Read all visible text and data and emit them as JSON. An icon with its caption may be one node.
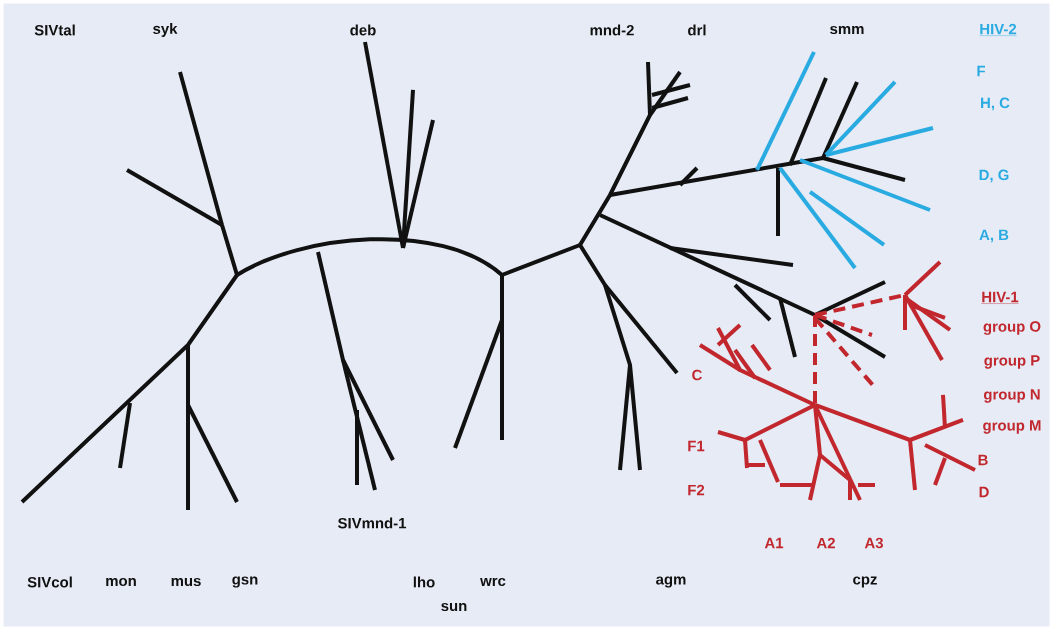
{
  "diagram": {
    "labels": [
      "SIVtal",
      "syk",
      "deb",
      "mnd-2",
      "drl",
      "smm",
      "HIV-2",
      "F",
      "H, C",
      "D, G",
      "A, B",
      "HIV-1",
      "group O",
      "group P",
      "C",
      "group N",
      "group M",
      "F1",
      "B",
      "F2",
      "D",
      "SIVmnd-1",
      "A1",
      "A2",
      "A3",
      "SIVcol",
      "mon",
      "mus",
      "gsn",
      "lho",
      "wrc",
      "agm",
      "cpz",
      "sun"
    ]
  }
}
